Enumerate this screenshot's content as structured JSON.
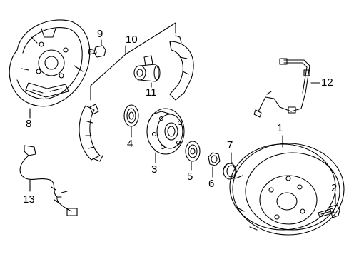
{
  "diagram": {
    "type": "exploded-parts-diagram",
    "colors": {
      "line": "#000000",
      "background": "#ffffff"
    },
    "callouts": [
      {
        "id": "c1",
        "label": "1",
        "part": "brake-drum"
      },
      {
        "id": "c2",
        "label": "2",
        "part": "wheel-stud"
      },
      {
        "id": "c3",
        "label": "3",
        "part": "hub-and-bearing"
      },
      {
        "id": "c4",
        "label": "4",
        "part": "inner-seal"
      },
      {
        "id": "c5",
        "label": "5",
        "part": "outer-bearing"
      },
      {
        "id": "c6",
        "label": "6",
        "part": "spindle-nut"
      },
      {
        "id": "c7",
        "label": "7",
        "part": "grease-cap"
      },
      {
        "id": "c8",
        "label": "8",
        "part": "backing-plate"
      },
      {
        "id": "c9",
        "label": "9",
        "part": "bolt"
      },
      {
        "id": "c10",
        "label": "10",
        "part": "brake-shoes"
      },
      {
        "id": "c11",
        "label": "11",
        "part": "wheel-cylinder"
      },
      {
        "id": "c12",
        "label": "12",
        "part": "brake-hose"
      },
      {
        "id": "c13",
        "label": "13",
        "part": "abs-sensor"
      }
    ]
  }
}
